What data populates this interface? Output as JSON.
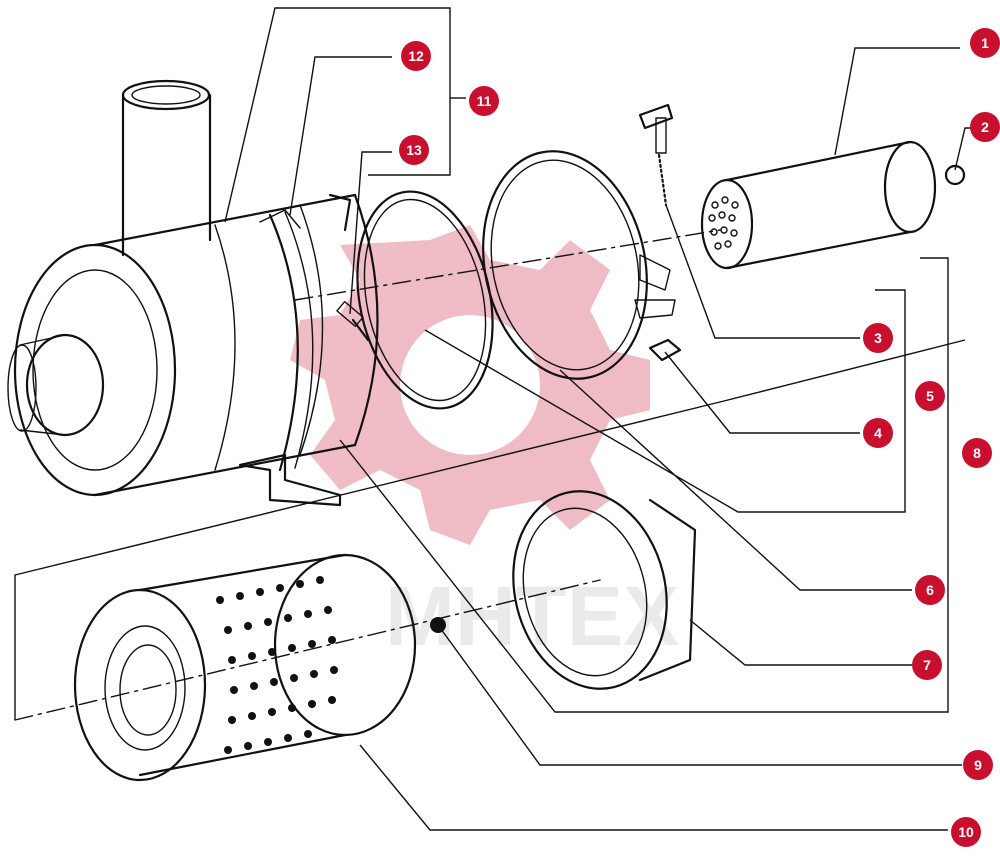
{
  "watermark": {
    "text": "MHTEX",
    "color": "#c8102e"
  },
  "badge_color": "#c8102e",
  "callouts": [
    {
      "label": "1",
      "part": "inner-filter-element"
    },
    {
      "label": "2",
      "part": "nut"
    },
    {
      "label": "3",
      "part": "wing-bolt"
    },
    {
      "label": "4",
      "part": "clamp-nut"
    },
    {
      "label": "5",
      "part": "o-ring"
    },
    {
      "label": "6",
      "part": "clamp-band"
    },
    {
      "label": "7",
      "part": "end-ring"
    },
    {
      "label": "8",
      "part": "housing"
    },
    {
      "label": "9",
      "part": "washer"
    },
    {
      "label": "10",
      "part": "outer-filter-element"
    },
    {
      "label": "11",
      "part": "mounting-band-assembly"
    },
    {
      "label": "12",
      "part": "band-clip"
    },
    {
      "label": "13",
      "part": "band-screw"
    }
  ]
}
